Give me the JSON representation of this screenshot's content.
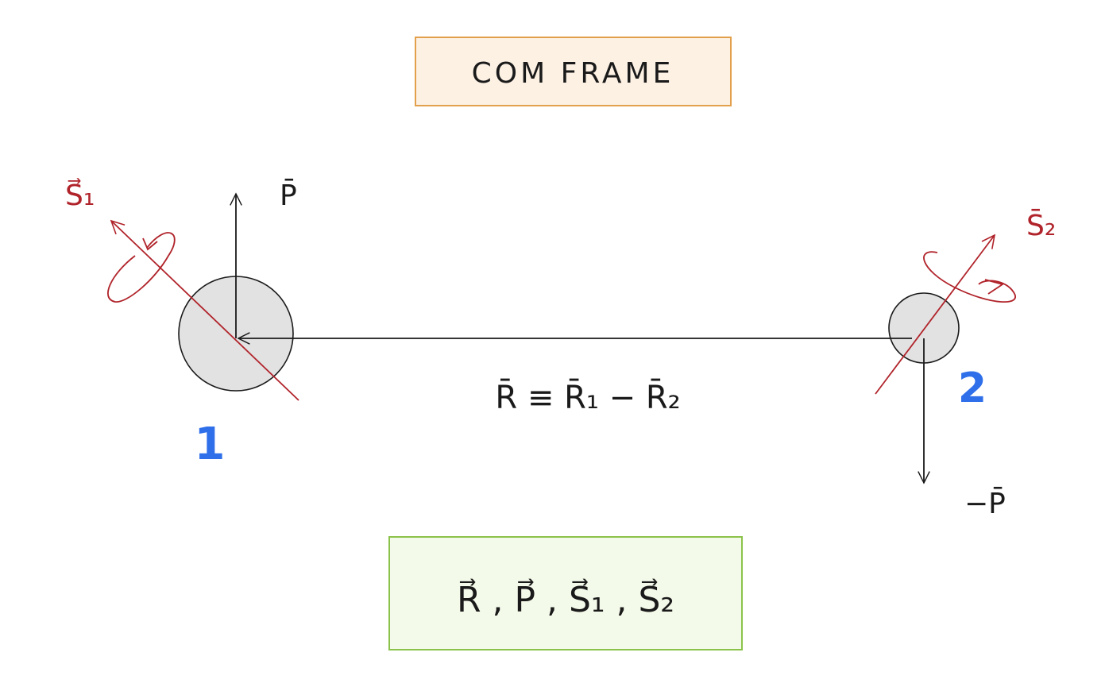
{
  "title": "COM FRAME",
  "colors": {
    "ink": "#1a1a1a",
    "spin_red": "#b0232a",
    "label_blue": "#2f6fea",
    "particle_fill": "#e2e2e2",
    "title_box_fill": "#fdf1e4",
    "title_box_stroke": "#e3a04c",
    "vars_box_fill": "#f4faea",
    "vars_box_stroke": "#8bc34a"
  },
  "particles": [
    {
      "id": "1",
      "label": "1"
    },
    {
      "id": "2",
      "label": "2"
    }
  ],
  "labels": {
    "p1": "P̄",
    "p2": "−P̄",
    "s1": "S⃗₁",
    "s2": "S̄₂",
    "relation": "R̄ ≡ R̄₁ − R̄₂"
  },
  "variables": "R⃗ , P⃗ , S⃗₁ , S⃗₂"
}
